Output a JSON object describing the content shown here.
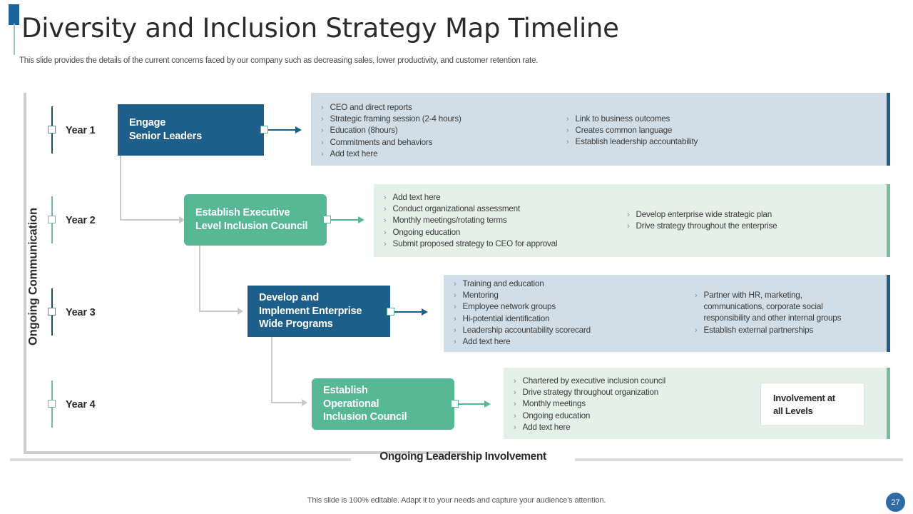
{
  "header": {
    "title": "Diversity and Inclusion Strategy Map Timeline",
    "subtitle": "This slide provides the details of the current concerns faced by our company such as decreasing sales, lower productivity, and customer retention rate."
  },
  "rail": {
    "label": "Ongoing Communication"
  },
  "rows": [
    {
      "year": "Year 1",
      "accent": "#1d5f8a",
      "stage": "Engage\nSenior Leaders",
      "bullets_left": [
        "CEO and direct reports",
        "Strategic framing  session (2-4  hours)",
        "Education (8hours)",
        "Commitments  and behaviors",
        "Add text here"
      ],
      "bullets_right": [
        "Link to business outcomes",
        "Creates common language",
        "Establish leadership  accountability"
      ]
    },
    {
      "year": "Year 2",
      "accent": "#76bf9c",
      "stage": "Establish Executive\nLevel Inclusion Council",
      "bullets_left": [
        "Add text here",
        "Conduct organizational  assessment",
        "Monthly meetings/rotating terms",
        "Ongoing  education",
        "Submit proposed  strategy to CEO for approval"
      ],
      "bullets_right": [
        "Develop  enterprise  wide strategic plan",
        "Drive  strategy throughout the enterprise"
      ]
    },
    {
      "year": "Year 3",
      "accent": "#1d5f8a",
      "stage": "Develop and\nImplement Enterprise\nWide Programs",
      "bullets_left": [
        "Training  and education",
        "Mentoring",
        "Employee network groups",
        "Hi-potential  identification",
        "Leadership  accountability scorecard",
        "Add text here"
      ],
      "bullets_right": [
        "Partner with HR,  marketing,\ncommunications, corporate  social\nresponsibility and other internal  groups",
        "Establish external partnerships"
      ]
    },
    {
      "year": "Year 4",
      "accent": "#76bf9c",
      "stage": "Establish\nOperational\nInclusion Council",
      "bullets_left": [
        "Chartered  by executive  inclusion council",
        "Drive  strategy throughout organization",
        "Monthly meetings",
        "Ongoing  education",
        "Add text here"
      ],
      "bullets_right": []
    }
  ],
  "involvement_box": "Involvement at\nall Levels",
  "footer": {
    "band_label": "Ongoing Leadership Involvement",
    "note": "This slide is 100% editable. Adapt it to your needs and capture your audience's attention.",
    "page_number": "27"
  },
  "colors": {
    "blue": "#1d5f8a",
    "green": "#56b894",
    "panel_blue": "#d2dee7",
    "panel_green": "#e4f0ea",
    "rail_gray": "#cfcfcf"
  }
}
